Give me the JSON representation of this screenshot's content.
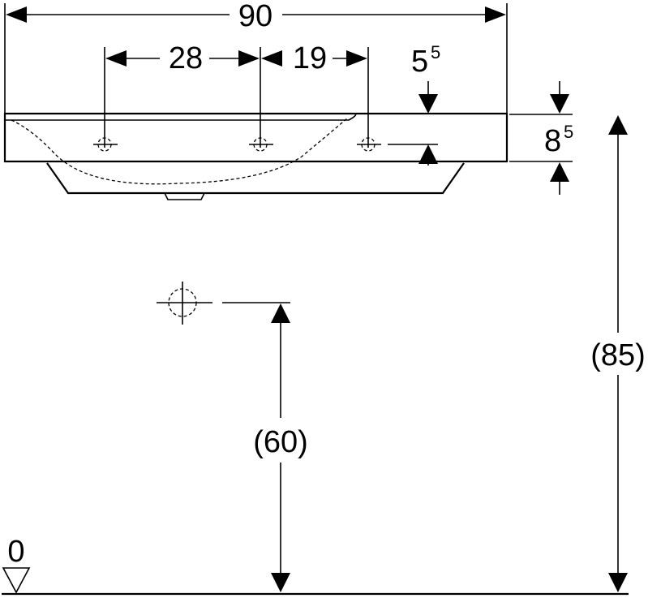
{
  "drawing": {
    "overall_width": {
      "value": "90"
    },
    "tap_spacing_left": {
      "value": "28"
    },
    "tap_spacing_right": {
      "value": "19"
    },
    "edge_offset": {
      "base": "5",
      "sup": "5"
    },
    "rim_thickness": {
      "base": "8",
      "sup": "5"
    },
    "drain_height": {
      "value": "(60)"
    },
    "rim_height": {
      "value": "(85)"
    },
    "floor_level": {
      "value": "0"
    }
  }
}
